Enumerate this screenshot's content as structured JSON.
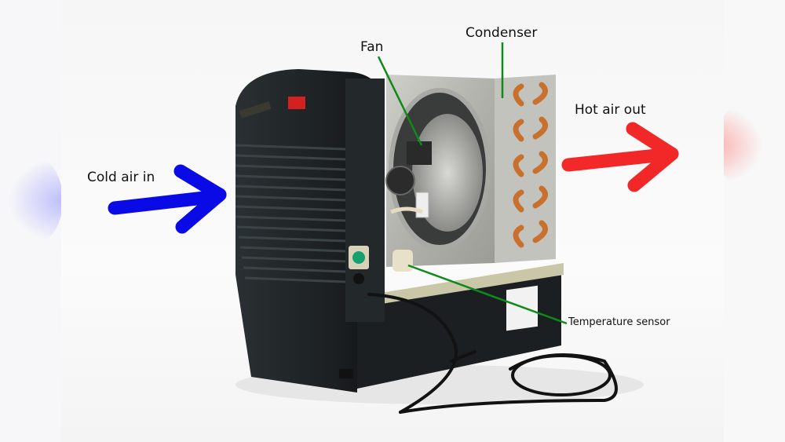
{
  "image": {
    "subject": "Aquarium chiller unit with side panel removed",
    "labels": {
      "fan": "Fan",
      "condenser": "Condenser",
      "temperature_sensor": "Temperature sensor",
      "cold_air_in": "Cold air in",
      "hot_air_out": "Hot air out"
    },
    "colors": {
      "cold_arrow": "#0a0ae6",
      "hot_arrow": "#f21c1c",
      "leader_lines": "#0f8a1a",
      "housing": "#1d2224",
      "display": "#d42020",
      "copper": "#c8702e",
      "metal": "#b9b9b4",
      "background": "#fafafa"
    }
  }
}
